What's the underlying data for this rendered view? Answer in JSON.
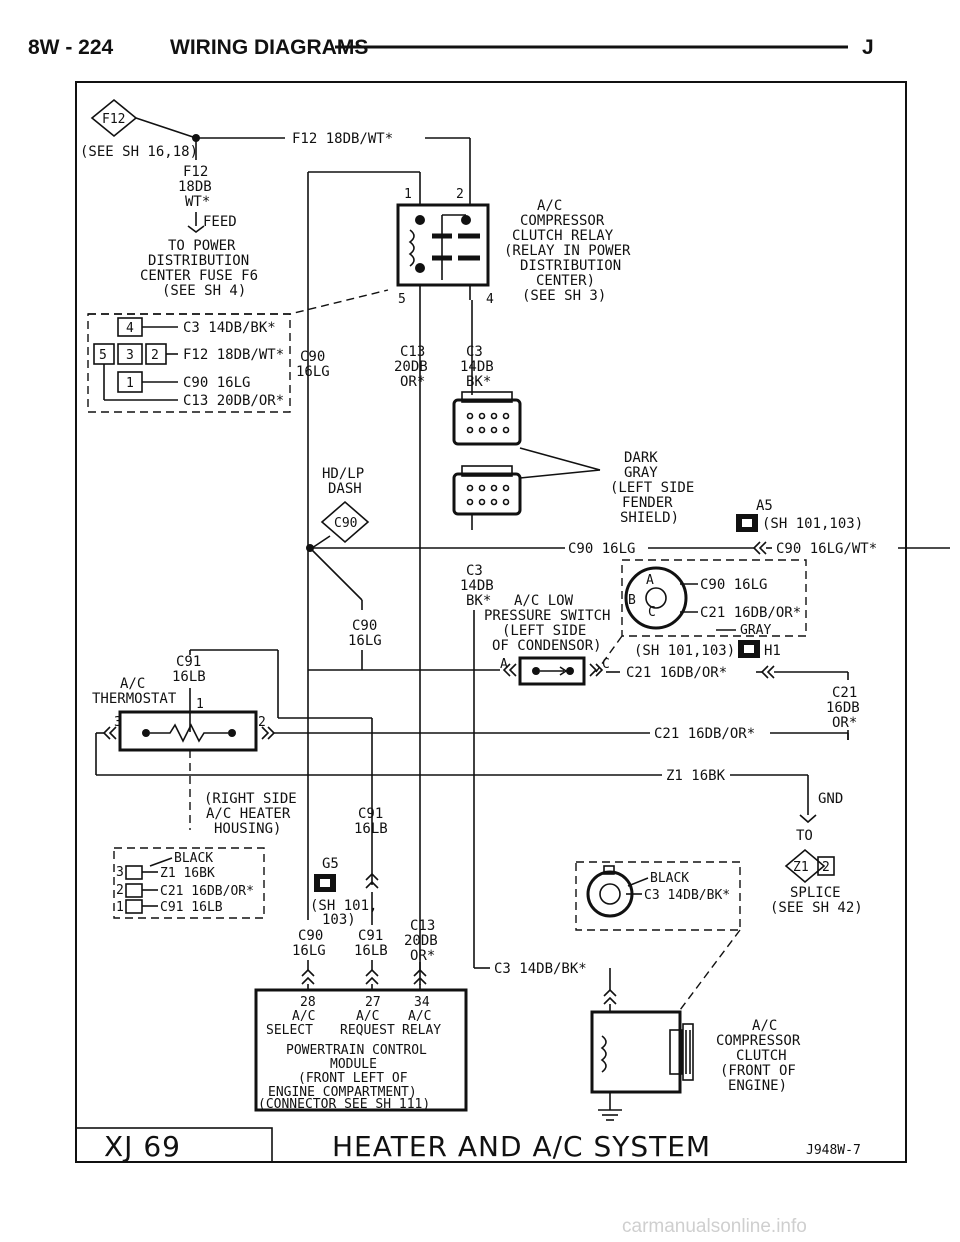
{
  "header": {
    "page": "8W - 224",
    "section": "WIRING DIAGRAMS",
    "letter": "J"
  },
  "footer": {
    "model": "XJ 69",
    "system": "HEATER AND A/C SYSTEM",
    "code": "J948W-7"
  },
  "watermark": "carmanualsonline.info",
  "connectors": {
    "f12": {
      "tag": "F12",
      "ref": "(SEE SH 16,18)",
      "wire": "F12 18DB/WT*",
      "v1": "F12",
      "v2": "18DB",
      "v3": "WT*",
      "feed": "FEED"
    },
    "pdc": {
      "l1": "TO POWER",
      "l2": "DISTRIBUTION",
      "l3": "CENTER FUSE F6",
      "l4": "(SEE SH 4)"
    },
    "relay": {
      "l1": "A/C",
      "l2": "COMPRESSOR",
      "l3": "CLUTCH RELAY",
      "l4": "(RELAY IN POWER",
      "l5": "DISTRIBUTION",
      "l6": "CENTER)",
      "l7": "(SEE SH 3)",
      "p1": "1",
      "p2": "2",
      "p5": "5",
      "p4": "4"
    },
    "pinbox": {
      "p4": "4",
      "p5": "5",
      "p3": "3",
      "p2": "2",
      "p1": "1",
      "w1": "C3 14DB/BK*",
      "w2": "F12 18DB/WT*",
      "w3": "C90 16LG",
      "w4": "C13 20DB/OR*"
    },
    "wires": {
      "c90a": "C90",
      "c90b": "16LG",
      "c13a": "C13",
      "c13b": "20DB",
      "c13c": "OR*",
      "c3a": "C3",
      "c3b": "14DB",
      "c3c": "BK*"
    },
    "dark": {
      "l1": "DARK",
      "l2": "GRAY",
      "l3": "(LEFT SIDE",
      "l4": "FENDER",
      "l5": "SHIELD)"
    },
    "hdlp": {
      "l1": "HD/LP",
      "l2": "DASH",
      "tag": "C90"
    },
    "a5": {
      "tag": "A5",
      "ref": "(SH 101,103)",
      "wire": "C90 16LG/WT*",
      "main": "C90 16LG"
    },
    "c3mid": {
      "a": "C3",
      "b": "14DB",
      "c": "BK*"
    },
    "lowsw": {
      "l1": "A/C LOW",
      "l2": "PRESSURE SWITCH",
      "l3": "(LEFT SIDE",
      "l4": "OF CONDENSOR)",
      "pA": "A",
      "pB": "B",
      "pC": "C",
      "w1": "C90 16LG",
      "w2": "C21 16DB/OR*",
      "gray": "GRAY"
    },
    "h1": {
      "ref": "(SH 101,103)",
      "tag": "H1",
      "w": "C21 16DB/OR*",
      "r1": "C21",
      "r2": "16DB",
      "r3": "OR*"
    },
    "c90b": {
      "a": "C90",
      "b": "16LG"
    },
    "thermo": {
      "name1": "A/C",
      "name2": "THERMOSTAT",
      "w1": "C91",
      "w2": "16LB",
      "p1": "1",
      "p2": "2",
      "p3": "3",
      "out": "C21 16DB/OR*"
    },
    "z1": {
      "w": "Z1 16BK",
      "gnd": "GND",
      "to": "TO",
      "tag": "Z1",
      "tag2": "2",
      "s1": "SPLICE",
      "s2": "(SEE SH 42)"
    },
    "heater": {
      "l1": "(RIGHT SIDE",
      "l2": "A/C HEATER",
      "l3": "HOUSING)"
    },
    "blk1": {
      "color": "BLACK",
      "p3": "3",
      "p2": "2",
      "p1": "1",
      "w3": "Z1 16BK",
      "w2": "C21 16DB/OR*",
      "w1": "C91 16LB"
    },
    "c91": {
      "a": "C91",
      "b": "16LB"
    },
    "g5": {
      "tag": "G5",
      "ref1": "(SH 101,",
      "ref2": "103)"
    },
    "pcmw": {
      "c90a": "C90",
      "c90b": "16LG",
      "c91a": "C91",
      "c91b": "16LB",
      "c13a": "C13",
      "c13b": "20DB",
      "c13c": "OR*"
    },
    "pcm": {
      "p28": "28",
      "p27": "27",
      "p34": "34",
      "l28a": "A/C",
      "l28b": "SELECT",
      "l27a": "A/C",
      "l27b": "REQUEST",
      "l34a": "A/C",
      "l34b": "RELAY",
      "n1": "POWERTRAIN CONTROL",
      "n2": "MODULE",
      "n3": "(FRONT LEFT OF",
      "n4": "ENGINE COMPARTMENT)",
      "n5": "(CONNECTOR SEE SH 111)"
    },
    "blk2": {
      "color": "BLACK",
      "w": "C3 14DB/BK*"
    },
    "c3bot": {
      "w": "C3 14DB/BK*"
    },
    "clutch": {
      "l1": "A/C",
      "l2": "COMPRESSOR",
      "l3": "CLUTCH",
      "l4": "(FRONT OF",
      "l5": "ENGINE)"
    }
  }
}
